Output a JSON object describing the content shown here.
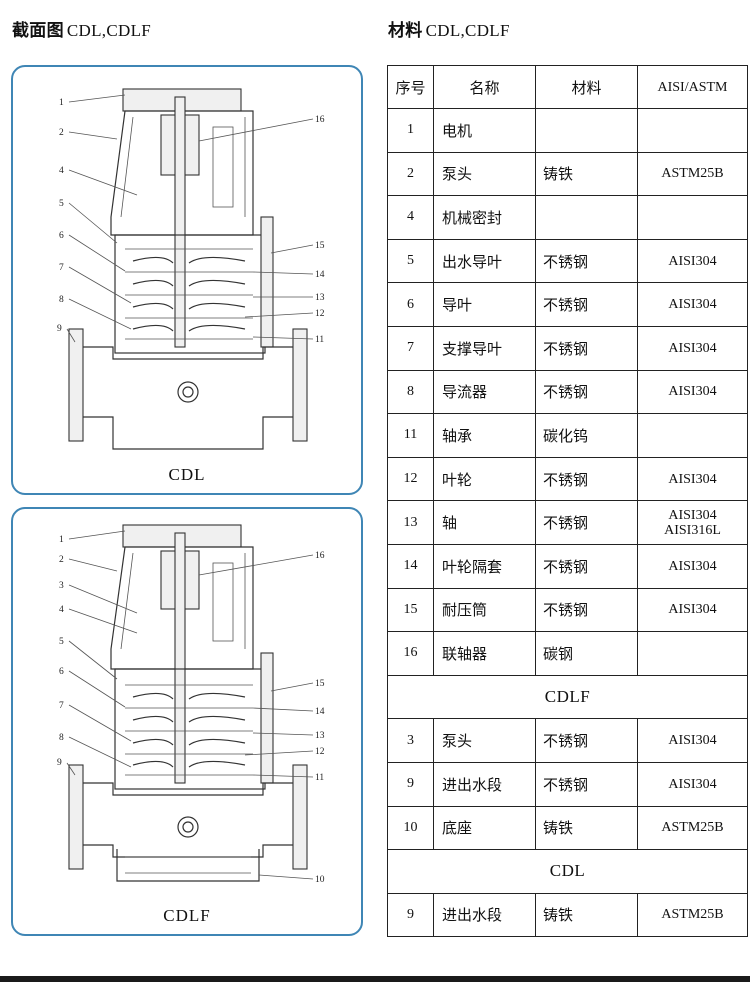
{
  "left_heading": {
    "zh": "截面图",
    "en": "CDL,CDLF"
  },
  "right_heading": {
    "zh": "材料",
    "en": "CDL,CDLF"
  },
  "diagram_cdl": {
    "label": "CDL",
    "callouts_left": [
      "1",
      "2",
      "4",
      "5",
      "6",
      "7",
      "8",
      "9"
    ],
    "callouts_right": [
      "16",
      "15",
      "14",
      "13",
      "12",
      "11"
    ]
  },
  "diagram_cdlf": {
    "label": "CDLF",
    "callouts_left": [
      "1",
      "2",
      "3",
      "4",
      "5",
      "6",
      "7",
      "8",
      "9"
    ],
    "callouts_right": [
      "16",
      "15",
      "14",
      "13",
      "12",
      "11",
      "10"
    ]
  },
  "table": {
    "headers": [
      "序号",
      "名称",
      "材料",
      "AISI/ASTM"
    ],
    "rows": [
      {
        "no": "1",
        "name": "电机",
        "material": "",
        "std": ""
      },
      {
        "no": "2",
        "name": "泵头",
        "material": "铸铁",
        "std": "ASTM25B"
      },
      {
        "no": "4",
        "name": "机械密封",
        "material": "",
        "std": ""
      },
      {
        "no": "5",
        "name": "出水导叶",
        "material": "不锈钢",
        "std": "AISI304"
      },
      {
        "no": "6",
        "name": "导叶",
        "material": "不锈钢",
        "std": "AISI304"
      },
      {
        "no": "7",
        "name": "支撑导叶",
        "material": "不锈钢",
        "std": "AISI304"
      },
      {
        "no": "8",
        "name": "导流器",
        "material": "不锈钢",
        "std": "AISI304"
      },
      {
        "no": "11",
        "name": "轴承",
        "material": "碳化钨",
        "std": ""
      },
      {
        "no": "12",
        "name": "叶轮",
        "material": "不锈钢",
        "std": "AISI304"
      },
      {
        "no": "13",
        "name": "轴",
        "material": "不锈钢",
        "std": "AISI304",
        "std2": "AISI316L"
      },
      {
        "no": "14",
        "name": "叶轮隔套",
        "material": "不锈钢",
        "std": "AISI304"
      },
      {
        "no": "15",
        "name": "耐压筒",
        "material": "不锈钢",
        "std": "AISI304"
      },
      {
        "no": "16",
        "name": "联轴器",
        "material": "碳钢",
        "std": ""
      }
    ],
    "section_cdlf": "CDLF",
    "rows_cdlf": [
      {
        "no": "3",
        "name": "泵头",
        "material": "不锈钢",
        "std": "AISI304"
      },
      {
        "no": "9",
        "name": "进出水段",
        "material": "不锈钢",
        "std": "AISI304"
      },
      {
        "no": "10",
        "name": "底座",
        "material": "铸铁",
        "std": "ASTM25B"
      }
    ],
    "section_cdl": "CDL",
    "rows_cdl": [
      {
        "no": "9",
        "name": "进出水段",
        "material": "铸铁",
        "std": "ASTM25B"
      }
    ]
  }
}
